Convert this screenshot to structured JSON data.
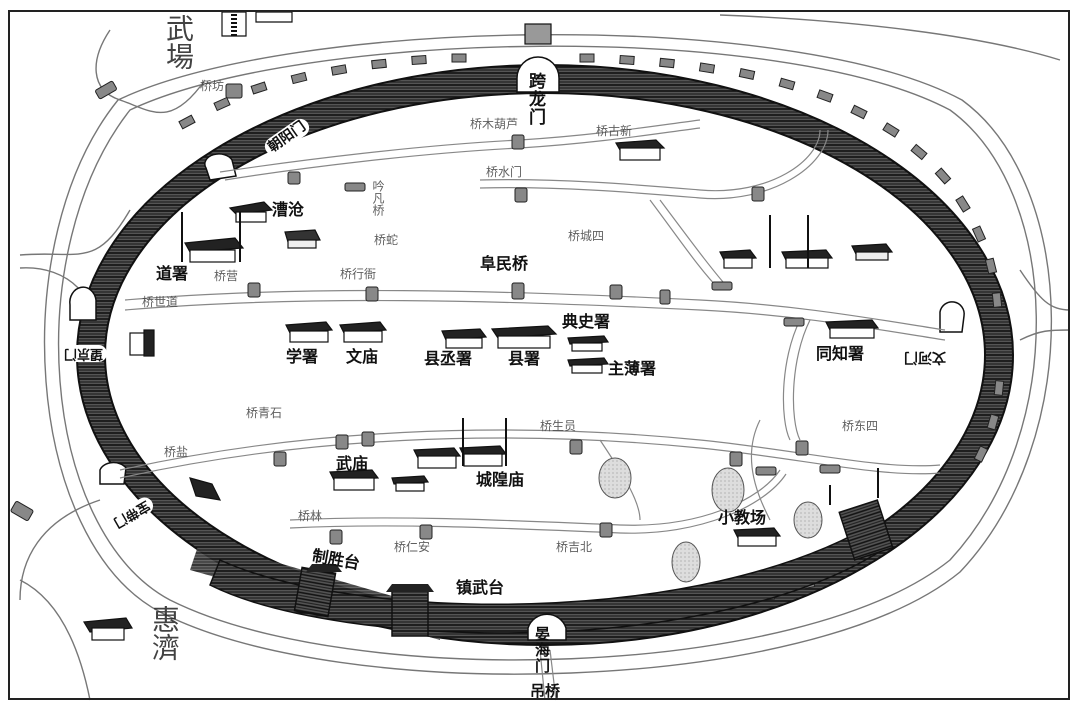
{
  "map": {
    "type": "Historical walled-city map (hand-drawn, annotated)",
    "colors": {
      "ink": "#1a1a1a",
      "paper": "#ffffff",
      "wall": "#3a3a3a",
      "river": "#888888"
    }
  },
  "gates": [
    {
      "id": "north",
      "label": "跨龙门"
    },
    {
      "id": "northwest",
      "label": "朝阳门"
    },
    {
      "id": "west",
      "label": "望京门"
    },
    {
      "id": "southwest",
      "label": "宝带门"
    },
    {
      "id": "south",
      "label": "晏海门"
    },
    {
      "id": "east",
      "label": "文河门"
    }
  ],
  "offices": [
    {
      "id": "caocang",
      "label": "漕沧"
    },
    {
      "id": "daoshu",
      "label": "道署"
    },
    {
      "id": "xueshu",
      "label": "学署"
    },
    {
      "id": "wenmiao",
      "label": "文庙"
    },
    {
      "id": "xianchengshu",
      "label": "县丞署"
    },
    {
      "id": "xianshu",
      "label": "县署"
    },
    {
      "id": "dianshishu",
      "label": "典史署"
    },
    {
      "id": "zhubushu",
      "label": "主薄署"
    },
    {
      "id": "tongzhishu",
      "label": "同知署"
    },
    {
      "id": "wumiao",
      "label": "武庙"
    },
    {
      "id": "chenghuangmiao",
      "label": "城隍庙"
    },
    {
      "id": "xiaojiaochang",
      "label": "小教场"
    },
    {
      "id": "zhishengtai",
      "label": "制胜台"
    },
    {
      "id": "zhenwutai",
      "label": "镇武台"
    }
  ],
  "bridges": [
    {
      "id": "fumin",
      "label": "阜民桥"
    },
    {
      "id": "diaoqiao",
      "label": "吊桥"
    }
  ],
  "outside": {
    "wuchang": "武場",
    "huiji": "惠濟"
  },
  "handwritten_notes": [
    "桥坊",
    "桥木葫芦",
    "桥水门",
    "桥营",
    "桥青石",
    "桥行衙",
    "桥盐",
    "桥世道",
    "桥古新",
    "桥东四",
    "桥蛇",
    "桥仁安",
    "桥林",
    "桥吉北",
    "桥生员",
    "桥城四",
    "吟凡桥"
  ]
}
